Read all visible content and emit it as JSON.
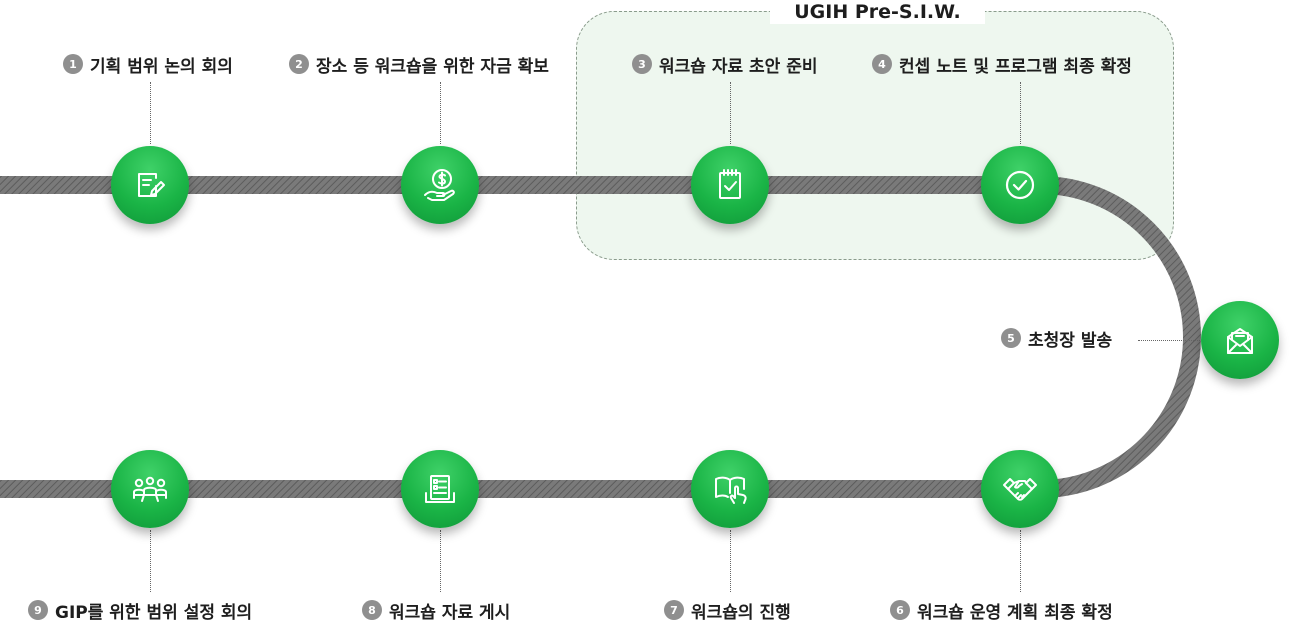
{
  "group": {
    "title": "UGIH Pre-S.I.W."
  },
  "steps": [
    {
      "num": "1",
      "label": "기획 범위 논의 회의",
      "icon": "document-pen-icon"
    },
    {
      "num": "2",
      "label": "장소 등 워크숍을 위한 자금 확보",
      "icon": "dollar-hand-icon"
    },
    {
      "num": "3",
      "label": "워크숍 자료 초안 준비",
      "icon": "notepad-check-icon"
    },
    {
      "num": "4",
      "label": "컨셉 노트 및 프로그램 최종 확정",
      "icon": "check-circle-icon"
    },
    {
      "num": "5",
      "label": "초청장 발송",
      "icon": "envelope-letter-icon"
    },
    {
      "num": "6",
      "label": "워크숍 운영 계획 최종 확정",
      "icon": "handshake-icon"
    },
    {
      "num": "7",
      "label": "워크숍의 진행",
      "icon": "book-pointer-icon"
    },
    {
      "num": "8",
      "label": "워크숍 자료 게시",
      "icon": "document-list-icon"
    },
    {
      "num": "9",
      "label": "GIP를 위한 범위 설정 회의",
      "icon": "meeting-people-icon"
    }
  ],
  "colors": {
    "accent": "#1ab446",
    "track": "#6e6e6e",
    "badge": "#8f8f8f",
    "group_bg": "#eef7ef"
  }
}
